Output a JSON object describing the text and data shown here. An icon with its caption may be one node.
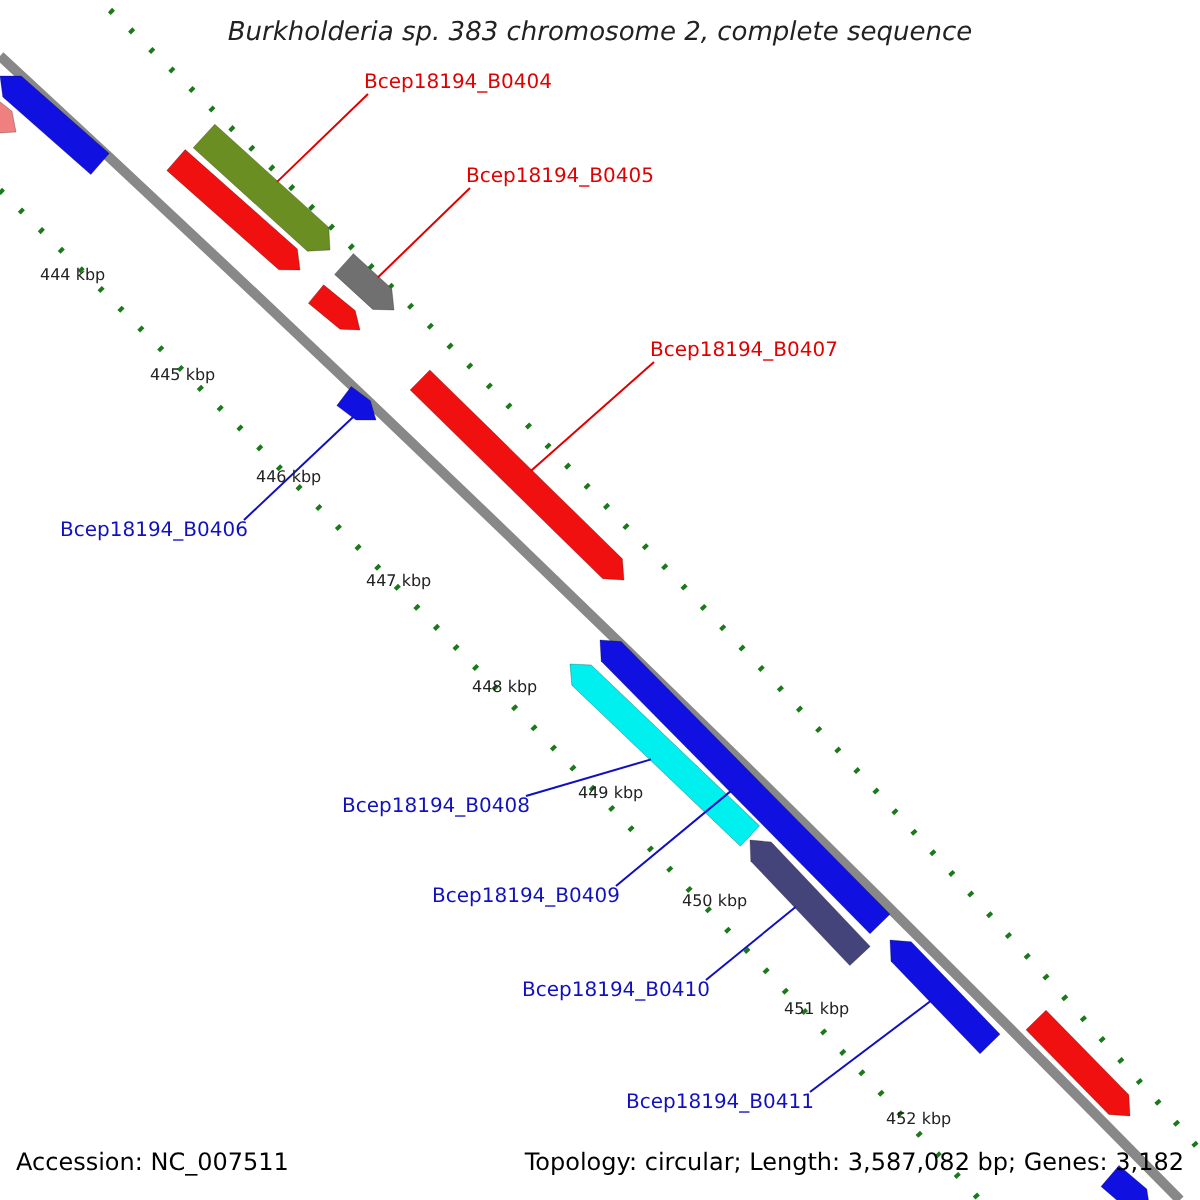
{
  "diagram": {
    "title": "Burkholderia sp. 383 chromosome 2, complete sequence",
    "nodes": [
      {
        "text": [
          "Bcep18194_B0404"
        ]
      },
      {
        "text": [],
        "shape": "bar"
      },
      {
        "text": [
          "Bcep18194_B0405"
        ]
      },
      {
        "text": [],
        "shape": "bar"
      },
      {
        "text": [
          "Bcep18194_B0407"
        ]
      },
      {
        "text": [],
        "shape": "bar"
      },
      {
        "text": [
          "Bcep18194_B0406"
        ]
      },
      {
        "text": [],
        "shape": "bar"
      },
      {
        "text": [
          "Bcep18194_B0408"
        ]
      },
      {
        "text": [],
        "shape": "bar"
      },
      {
        "text": [
          "Bcep18194_B0409"
        ]
      },
      {
        "text": [],
        "shape": "bar"
      },
      {
        "text": [
          "Bcep18194_B0410"
        ]
      },
      {
        "text": [],
        "shape": "bar"
      },
      {
        "text": [
          "Bcep18194_B0411"
        ]
      },
      {
        "text": [],
        "shape": "bar"
      }
    ],
    "edges": [
      {
        "from": 0,
        "to": 1,
        "arrow": "none",
        "color": "#e00000"
      },
      {
        "from": 2,
        "to": 3,
        "arrow": "none",
        "color": "#e00000"
      },
      {
        "from": 4,
        "to": 5,
        "arrow": "none",
        "color": "#e00000"
      },
      {
        "from": 6,
        "to": 7,
        "arrow": "none"
      },
      {
        "from": 8,
        "to": 9,
        "arrow": "none"
      },
      {
        "from": 10,
        "to": 11,
        "arrow": "none"
      },
      {
        "from": 12,
        "to": 13,
        "arrow": "none"
      },
      {
        "from": 14,
        "to": 15,
        "arrow": "none"
      }
    ],
    "labels": [
      "444 kbp",
      "445 kbp",
      "446 kbp",
      "447 kbp",
      "448 kbp",
      "449 kbp",
      "450 kbp",
      "451 kbp",
      "452 kbp",
      "Accession: NC_007511",
      "Topology: circular; Length: 3,587,082 bp; Genes: 3,182"
    ]
  }
}
